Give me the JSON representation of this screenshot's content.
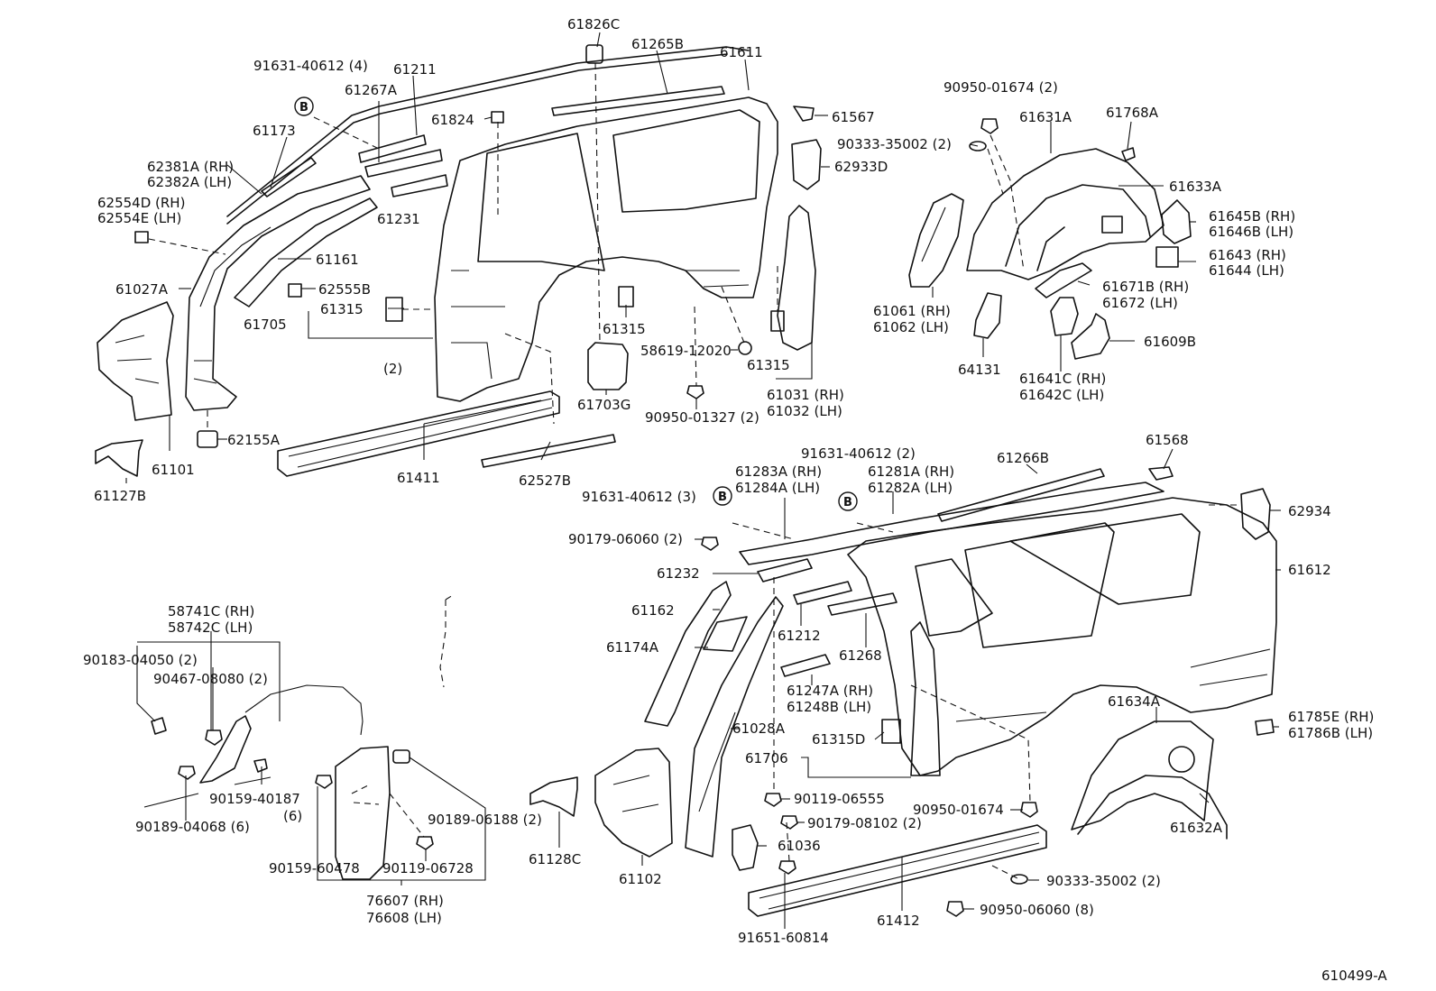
{
  "labels": {
    "l01": "61826C",
    "l02": "61265B",
    "l03": "61611",
    "l04": "91631-40612 (4)",
    "l05": "61211",
    "l06": "61267A",
    "l07": "61824",
    "l08": "61567",
    "l09": "61173",
    "l10": "62381A (RH)",
    "l11": "62382A (LH)",
    "l12": "62554D (RH)",
    "l13": "62554E (LH)",
    "l14": "61231",
    "l15": "62933D",
    "l16": "61161",
    "l17": "61027A",
    "l18": "62555B",
    "l19": "61705",
    "l20": "61315",
    "l21": "61315",
    "l22": "(2)",
    "l23": "58619-12020",
    "l24": "61315",
    "l25": "61703G",
    "l26": "90950-01327 (2)",
    "l27": "61031 (RH)",
    "l28": "61032 (LH)",
    "l29": "62155A",
    "l30": "61101",
    "l31": "61127B",
    "l32": "61411",
    "l33": "62527B",
    "l34": "90950-01674 (2)",
    "l35": "61631A",
    "l36": "61768A",
    "l37": "90333-35002 (2)",
    "l38": "61633A",
    "l39": "61645B (RH)",
    "l40": "61646B (LH)",
    "l41": "61643 (RH)",
    "l42": "61644 (LH)",
    "l43": "61671B (RH)",
    "l44": "61672   (LH)",
    "l45": "61061 (RH)",
    "l46": "61062 (LH)",
    "l47": "61609B",
    "l48": "64131",
    "l49": "61641C (RH)",
    "l50": "61642C (LH)",
    "l51": "91631-40612 (2)",
    "l52": "61266B",
    "l53": "61568",
    "l54": "61283A (RH)",
    "l55": "61284A (LH)",
    "l56": "61281A (RH)",
    "l57": "61282A (LH)",
    "l58": "91631-40612 (3)",
    "l59": "62934",
    "l60": "90179-06060 (2)",
    "l61": "61612",
    "l62": "61232",
    "l63": "61162",
    "l64": "61212",
    "l65": "61174A",
    "l66": "61268",
    "l67": "61247A (RH)",
    "l68": "61248B (LH)",
    "l69": "61634A",
    "l70": "61785E (RH)",
    "l71": "61786B (LH)",
    "l72": "61028A",
    "l73": "61315D",
    "l74": "61706",
    "l75": "90119-06555",
    "l76": "90950-01674",
    "l77": "61632A",
    "l78": "90179-08102 (2)",
    "l79": "61036",
    "l80": "90333-35002 (2)",
    "l81": "90950-06060 (8)",
    "l82": "61412",
    "l83": "91651-60814",
    "l84": "61128C",
    "l85": "61102",
    "l86": "58741C (RH)",
    "l87": "58742C (LH)",
    "l88": "90183-04050 (2)",
    "l89": "90467-08080 (2)",
    "l90": "90159-40187",
    "l91": "(6)",
    "l92": "90189-04068 (6)",
    "l93": "90189-06188 (2)",
    "l94": "90159-60478",
    "l95": "90119-06728",
    "l96": "76607 (RH)",
    "l97": "76608 (LH)"
  },
  "marker": "B",
  "ref_code": "610499-A"
}
